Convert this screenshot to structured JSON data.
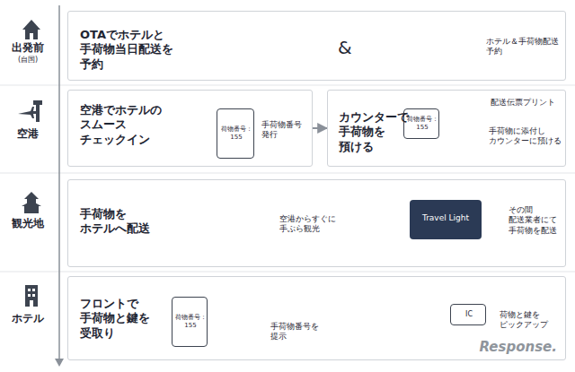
{
  "diagram": {
    "nodes": [
      {
        "text": [
          "OTAでホテルと 手荷物当日配送を 予約",
          "&",
          "ホテル＆手荷物配送 予約"
        ]
      },
      {
        "text": [
          "空港でホテルの スムース チェックイン",
          "手荷物番号 発行"
        ]
      },
      {
        "text": [
          "荷物番号： 155"
        ],
        "in": 1
      },
      {
        "text": [
          "カウンターで 手荷物を 預ける",
          "配送伝票プリント",
          "手荷物に添付し カウンターに預ける"
        ]
      },
      {
        "text": [
          "荷物番号： 155"
        ],
        "in": 3
      },
      {
        "text": [
          "手荷物を ホテルへ配送",
          "空港からすぐに 手ぶら観光",
          "その間 配送業者にて 手荷物を配送"
        ]
      },
      {
        "text": [
          "Travel Light"
        ],
        "in": 5
      },
      {
        "text": [
          "フロントで 手荷物と鍵を 受取り",
          "手荷物番号を 提示",
          "荷物と鍵を ピックアップ"
        ]
      },
      {
        "text": [
          "荷物番号： 155"
        ],
        "in": 7
      },
      {
        "text": [
          "IC"
        ],
        "in": 7
      }
    ],
    "edges": [
      {
        "from": 1,
        "to": 3,
        "arrow": "to"
      }
    ],
    "labels": [
      "出発前",
      "(自国)",
      "空港",
      "観光地",
      "ホテル",
      "Response."
    ]
  }
}
